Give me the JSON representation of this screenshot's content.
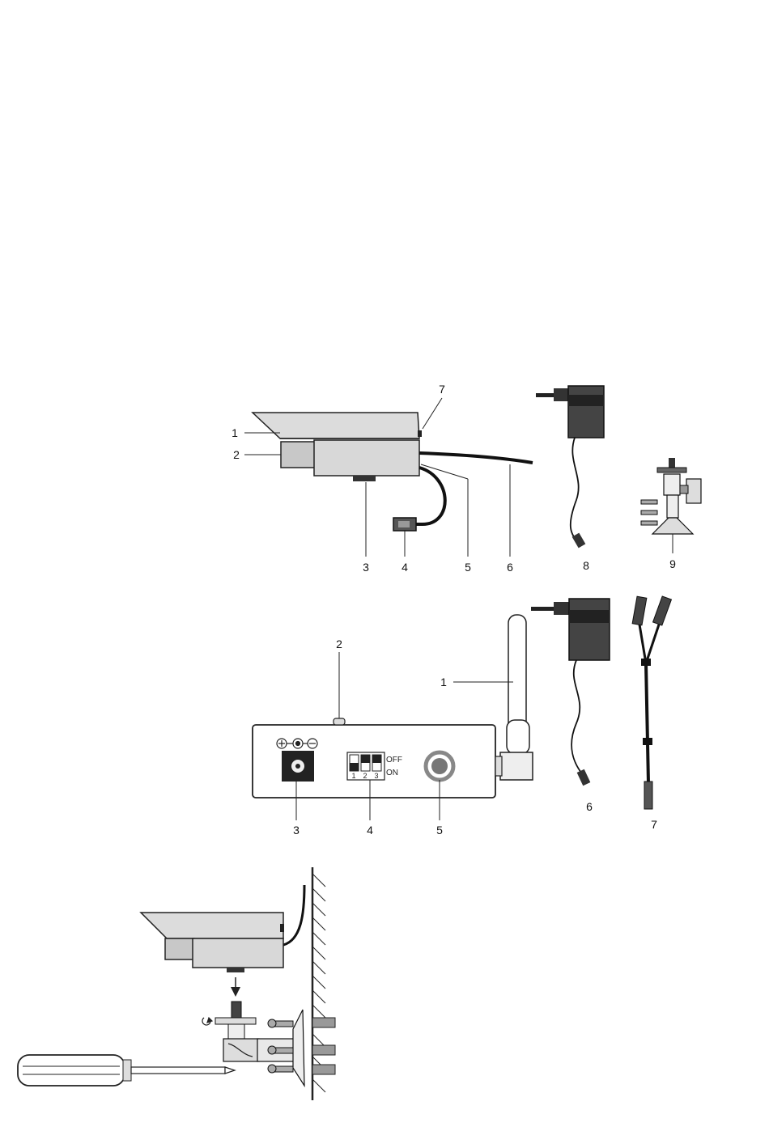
{
  "figure1": {
    "camera_labels": [
      "1",
      "2",
      "3",
      "4",
      "5",
      "6",
      "7"
    ],
    "adapter_label": "8",
    "bracket_label": "9"
  },
  "figure2": {
    "receiver_labels": [
      "1",
      "2",
      "3",
      "4",
      "5"
    ],
    "adapter_label": "6",
    "cable_label": "7",
    "dip_off": "OFF",
    "dip_on": "ON",
    "dip_numbers": [
      "1",
      "2",
      "3"
    ]
  }
}
